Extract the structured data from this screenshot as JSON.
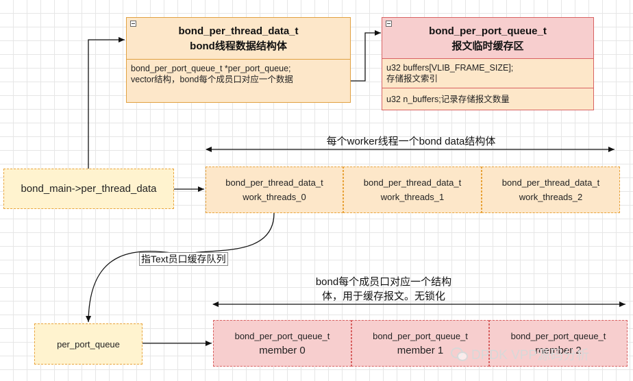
{
  "struct_thread": {
    "title_line1": "bond_per_thread_data_t",
    "title_line2": "bond线程数据结构体",
    "field_line1": "bond_per_port_queue_t *per_port_queue;",
    "field_line2": "vector结构，bond每个成员口对应一个数据"
  },
  "struct_queue": {
    "title_line1": "bond_per_port_queue_t",
    "title_line2": "报文临时缓存区",
    "field1_line1": "u32 buffers[VLIB_FRAME_SIZE];",
    "field1_line2": "存储报文索引",
    "field2": "u32 n_buffers;记录存储报文数量"
  },
  "worker_caption": "每个worker线程一个bond data结构体",
  "main_box": "bond_main->per_thread_data",
  "work_threads": [
    {
      "type": "bond_per_thread_data_t",
      "name": "work_threads_0"
    },
    {
      "type": "bond_per_thread_data_t",
      "name": "work_threads_1"
    },
    {
      "type": "bond_per_thread_data_t",
      "name": "work_threads_2"
    }
  ],
  "pointer_label": "指Text员口缓存队列",
  "member_caption_line1": "bond每个成员口对应一个结构",
  "member_caption_line2": "体，用于缓存报文。无锁化",
  "per_port_queue_box": "per_port_queue",
  "members": [
    {
      "type": "bond_per_port_queue_t",
      "name": "member 0"
    },
    {
      "type": "bond_per_port_queue_t",
      "name": "member 1"
    },
    {
      "type": "bond_per_port_queue_t",
      "name": "member 2"
    }
  ],
  "watermark": "DPDK VPP源码分析"
}
